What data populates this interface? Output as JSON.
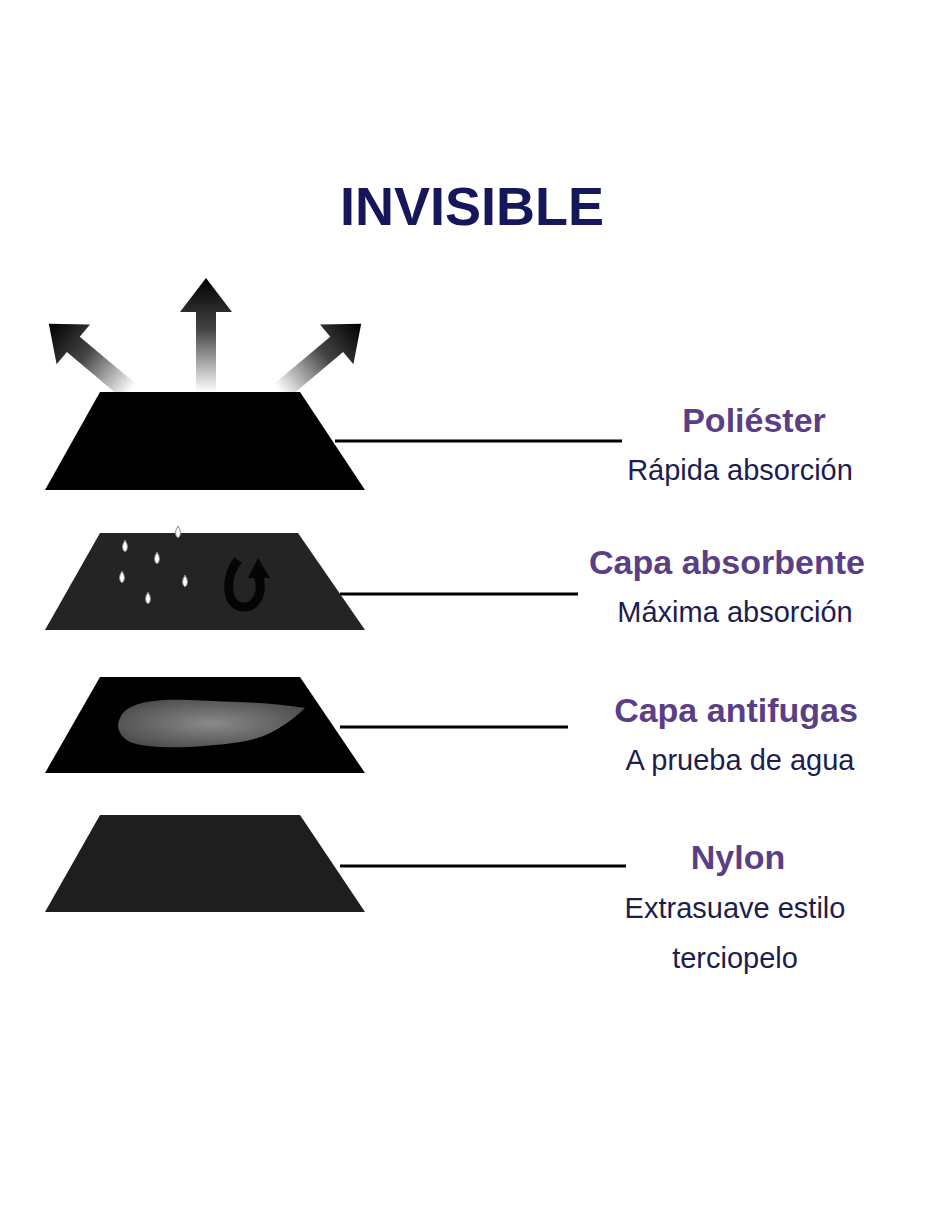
{
  "diagram": {
    "title": "INVISIBLE",
    "labels": [
      "Poliéster",
      "Rápida absorción",
      "Capa absorbente",
      "Máxima absorción",
      "Capa antifugas",
      "A prueba de agua",
      "Nylon",
      "Extrasuave estilo terciopelo"
    ]
  }
}
